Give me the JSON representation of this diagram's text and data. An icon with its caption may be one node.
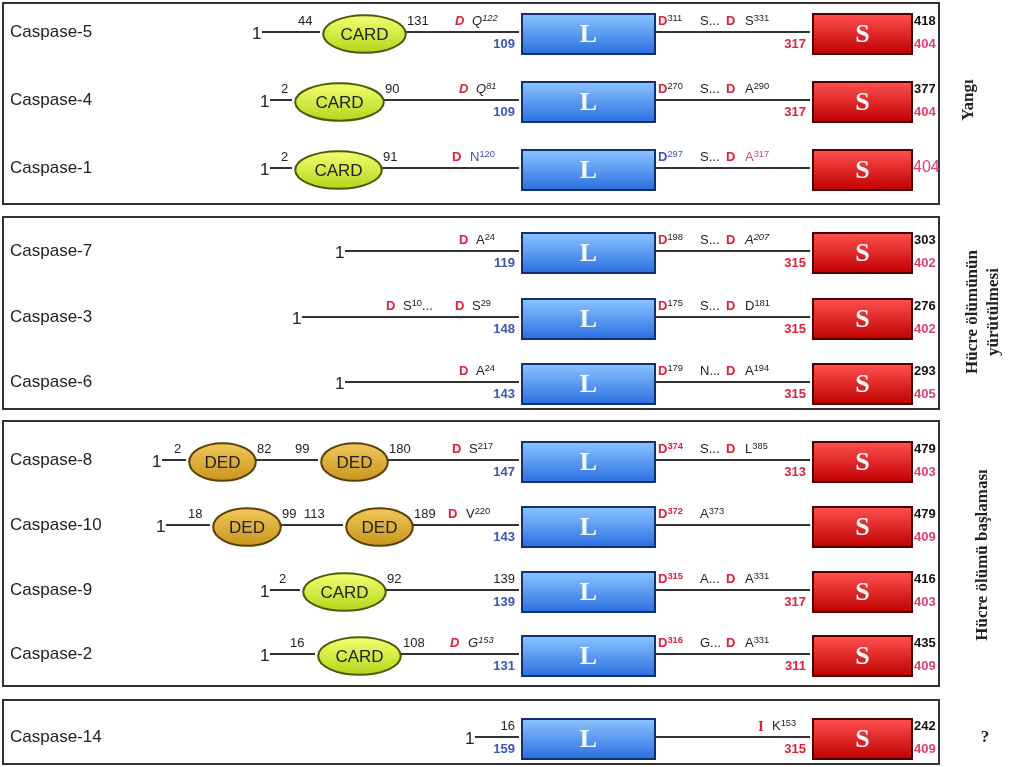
{
  "diagram": {
    "nodes": [
      {
        "text": [],
        "shape": "box",
        "beside": [
          "Yangı"
        ]
      },
      {
        "text": [
          "1"
        ],
        "in": 0
      },
      {
        "text": [
          "CARD"
        ],
        "in": 0
      },
      {
        "text": [
          "L"
        ],
        "in": 0
      },
      {
        "text": [
          "S"
        ],
        "in": 0
      },
      {
        "text": [
          "1"
        ],
        "in": 0
      },
      {
        "text": [
          "CARD"
        ],
        "in": 0
      },
      {
        "text": [
          "L"
        ],
        "in": 0
      },
      {
        "text": [
          "S"
        ],
        "in": 0
      },
      {
        "text": [
          "1"
        ],
        "in": 0
      },
      {
        "text": [
          "CARD"
        ],
        "in": 0
      },
      {
        "text": [
          "L"
        ],
        "in": 0
      },
      {
        "text": [
          "S"
        ],
        "in": 0
      },
      {
        "text": [],
        "shape": "box",
        "beside": [
          "Hücre ölümünün yürütülmesi"
        ]
      },
      {
        "text": [
          "1"
        ],
        "in": 13
      },
      {
        "text": [
          "L"
        ],
        "in": 13
      },
      {
        "text": [
          "S"
        ],
        "in": 13
      },
      {
        "text": [
          "1"
        ],
        "in": 13
      },
      {
        "text": [
          "L"
        ],
        "in": 13
      },
      {
        "text": [
          "S"
        ],
        "in": 13
      },
      {
        "text": [
          "1"
        ],
        "in": 13
      },
      {
        "text": [
          "L"
        ],
        "in": 13
      },
      {
        "text": [
          "S"
        ],
        "in": 13
      },
      {
        "text": [],
        "shape": "box",
        "beside": [
          "Hücre ölümü başlaması"
        ]
      },
      {
        "text": [
          "1"
        ],
        "in": 23
      },
      {
        "text": [
          "DED"
        ],
        "in": 23
      },
      {
        "text": [
          "DED"
        ],
        "in": 23
      },
      {
        "text": [
          "L"
        ],
        "in": 23
      },
      {
        "text": [
          "S"
        ],
        "in": 23
      },
      {
        "text": [
          "1"
        ],
        "in": 23
      },
      {
        "text": [
          "DED"
        ],
        "in": 23
      },
      {
        "text": [
          "DED"
        ],
        "in": 23
      },
      {
        "text": [
          "L"
        ],
        "in": 23
      },
      {
        "text": [
          "S"
        ],
        "in": 23
      },
      {
        "text": [
          "1"
        ],
        "in": 23
      },
      {
        "text": [
          "CARD"
        ],
        "in": 23
      },
      {
        "text": [
          "L"
        ],
        "in": 23
      },
      {
        "text": [
          "S"
        ],
        "in": 23
      },
      {
        "text": [
          "1"
        ],
        "in": 23
      },
      {
        "text": [
          "CARD"
        ],
        "in": 23
      },
      {
        "text": [
          "L"
        ],
        "in": 23
      },
      {
        "text": [
          "S"
        ],
        "in": 23
      },
      {
        "text": [],
        "shape": "box",
        "beside": [
          "?"
        ]
      },
      {
        "text": [
          "1"
        ],
        "in": 42
      },
      {
        "text": [
          "L"
        ],
        "in": 42
      },
      {
        "text": [
          "S"
        ],
        "in": 42
      }
    ],
    "edges": [
      {
        "from": 1,
        "to": 2,
        "arrow": "none"
      },
      {
        "from": 2,
        "to": 3,
        "arrow": "none"
      },
      {
        "from": 3,
        "to": 4,
        "arrow": "none"
      },
      {
        "from": 5,
        "to": 6,
        "arrow": "none"
      },
      {
        "from": 6,
        "to": 7,
        "arrow": "none"
      },
      {
        "from": 7,
        "to": 8,
        "arrow": "none"
      },
      {
        "from": 9,
        "to": 10,
        "arrow": "none"
      },
      {
        "from": 10,
        "to": 11,
        "arrow": "none"
      },
      {
        "from": 11,
        "to": 12,
        "arrow": "none"
      },
      {
        "from": 14,
        "to": 15,
        "arrow": "none"
      },
      {
        "from": 15,
        "to": 16,
        "arrow": "none"
      },
      {
        "from": 17,
        "to": 18,
        "arrow": "none"
      },
      {
        "from": 18,
        "to": 19,
        "arrow": "none"
      },
      {
        "from": 20,
        "to": 21,
        "arrow": "none"
      },
      {
        "from": 21,
        "to": 22,
        "arrow": "none"
      },
      {
        "from": 24,
        "to": 25,
        "arrow": "none"
      },
      {
        "from": 25,
        "to": 26,
        "arrow": "none"
      },
      {
        "from": 26,
        "to": 27,
        "arrow": "none"
      },
      {
        "from": 27,
        "to": 28,
        "arrow": "none"
      },
      {
        "from": 29,
        "to": 30,
        "arrow": "none"
      },
      {
        "from": 30,
        "to": 31,
        "arrow": "none"
      },
      {
        "from": 31,
        "to": 32,
        "arrow": "none"
      },
      {
        "from": 32,
        "to": 33,
        "arrow": "none"
      },
      {
        "from": 34,
        "to": 35,
        "arrow": "none"
      },
      {
        "from": 35,
        "to": 36,
        "arrow": "none"
      },
      {
        "from": 36,
        "to": 37,
        "arrow": "none"
      },
      {
        "from": 38,
        "to": 39,
        "arrow": "none"
      },
      {
        "from": 39,
        "to": 40,
        "arrow": "none"
      },
      {
        "from": 40,
        "to": 41,
        "arrow": "none"
      },
      {
        "from": 43,
        "to": 44,
        "arrow": "none"
      },
      {
        "from": 44,
        "to": 45,
        "arrow": "none"
      }
    ],
    "labels": [
      "Caspase-5",
      "44",
      "131",
      "D",
      "Q$^{122}$",
      "109",
      "D$^{311}$",
      "S...",
      "D",
      "S$^{331}$",
      "317",
      "418",
      "404",
      "Caspase-4",
      "2",
      "90",
      "D",
      "Q$^{81}$",
      "109",
      "D$^{270}$",
      "S...",
      "D",
      "A$^{290}$",
      "317",
      "377",
      "404",
      "Caspase-1",
      "2",
      "91",
      "D",
      "N$^{120}$",
      "D$^{297}$",
      "S...",
      "D",
      "A$^{317}$",
      "404",
      "Caspase-7",
      "D",
      "A$^{24}$",
      "119",
      "D$^{198}$",
      "S...",
      "D",
      "A$^{207}$",
      "315",
      "303",
      "402",
      "Caspase-3",
      "D",
      "S$^{10}$...",
      "D",
      "S$^{29}$",
      "148",
      "D$^{175}$",
      "S...",
      "D",
      "D$^{181}$",
      "315",
      "276",
      "402",
      "Caspase-6",
      "D",
      "A$^{24}$",
      "143",
      "D$^{179}$",
      "N...",
      "D",
      "A$^{194}$",
      "315",
      "293",
      "405",
      "Caspase-8",
      "2",
      "82",
      "99",
      "180",
      "D",
      "S$^{217}$",
      "147",
      "D$^{374}$",
      "S...",
      "D",
      "L$^{385}$",
      "313",
      "479",
      "403",
      "Caspase-10",
      "18",
      "99",
      "113",
      "189",
      "D",
      "V$^{220}$",
      "143",
      "D$^{372}$",
      "A$^{373}$",
      "479",
      "409",
      "Caspase-9",
      "2",
      "92",
      "139",
      "139",
      "D$^{315}$",
      "A...",
      "D",
      "A$^{331}$",
      "317",
      "416",
      "403",
      "Caspase-2",
      "16",
      "108",
      "D",
      "G$^{153}$",
      "131",
      "D$^{316}$",
      "G...",
      "D",
      "A$^{331}$",
      "311",
      "435",
      "409",
      "Caspase-14",
      "16",
      "159",
      "I",
      "K$^{153}$",
      "315",
      "242",
      "409"
    ]
  }
}
